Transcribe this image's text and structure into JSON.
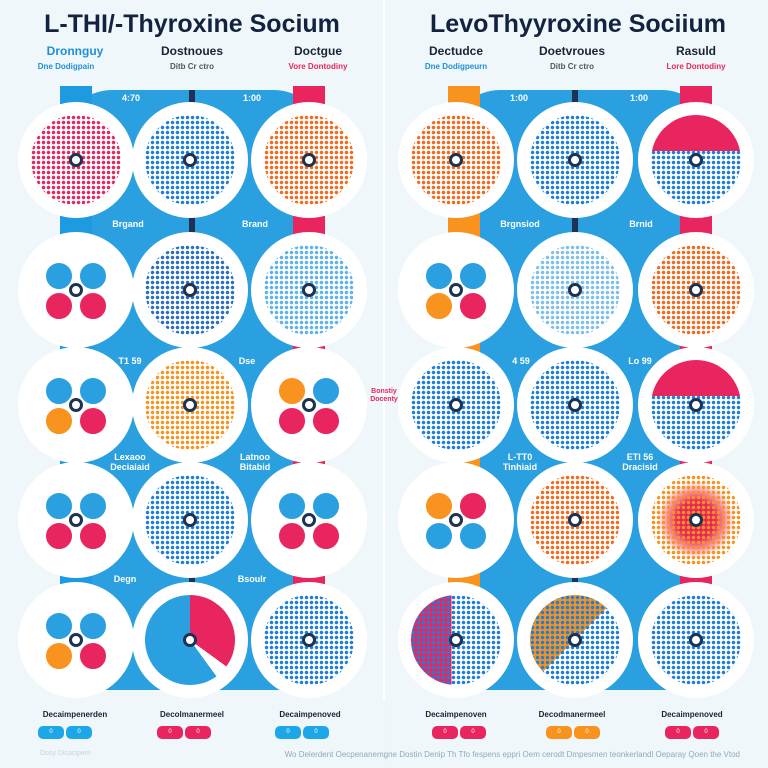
{
  "colors": {
    "blue": "#2aa0e0",
    "pink": "#e8255e",
    "orange": "#f7931e",
    "navy": "#1c3354",
    "lightblue": "#5fb2ea",
    "dark": "#13233f"
  },
  "left": {
    "title": "L-THI/-Thyroxine Socium",
    "headers": [
      "Dronnguy",
      "Dostnoues",
      "Doctgue"
    ],
    "subs": [
      "Dne Dodigpain",
      "Ditb Cr ctro",
      "Vore Dontodiny"
    ],
    "mid_labels": [
      "4:70",
      "1:00",
      "Brgand",
      "Brand",
      "T1 59",
      "Dse",
      "Lexaoo Deciaiaid",
      "Latnoo Bitabid",
      "Degn",
      "Bsoulr"
    ],
    "bottom_labels": [
      "Decaimpenerden",
      "Decolmanermeel",
      "Decaimpenoved"
    ],
    "buttons": [
      [
        "0",
        "0"
      ],
      [
        "0",
        "0"
      ],
      [
        "0",
        "0"
      ]
    ],
    "footer": "Dosy Dicacipent",
    "circles": [
      [
        "pink-dots",
        "blue-dots",
        "orange-dots"
      ],
      [
        "blue-pink-pills",
        "navy-pills",
        "blue-pills"
      ],
      [
        "mixed-pills",
        "orange-pills",
        "orange-pink-pills"
      ],
      [
        "blue-pink-pills",
        "blue-dots",
        "blue-pink-pills"
      ],
      [
        "mixed-pills",
        "pie",
        "blue-dots"
      ]
    ]
  },
  "right": {
    "title": "LevoThyyroxine Sociium",
    "headers": [
      "Dectudce",
      "Doetvroues",
      "Rasuld"
    ],
    "subs": [
      "Dne Dodigpeurn",
      "Ditb Cr ctro",
      "Lore Dontodiny"
    ],
    "mid_labels": [
      "1:00",
      "1:00",
      "Brgnsiod",
      "Brnid",
      "4 59",
      "Lo 99",
      "L-TT0 Tinhiaid",
      "ETI 56 Dracisid"
    ],
    "bottom_labels": [
      "Decaimpenoven",
      "Decodmanermeel",
      "Decaimpenoved"
    ],
    "buttons": [
      [
        "0",
        "0"
      ],
      [
        "0",
        "0"
      ],
      [
        "0",
        "0"
      ]
    ],
    "footer": "Wo Delerdent Oecpenanemgne Dostin Denip Th Tfo fespens eppri Oem cerodt Dmpesmen teonkerlandl Oeparay Qoen the Vtod",
    "circles": [
      [
        "orange-dots",
        "blue-dots",
        "blue-pink-dots"
      ],
      [
        "mixed-pills",
        "blue-balls",
        "orange-dots"
      ],
      [
        "blue-dots",
        "blue-dots",
        "blue-pink-dots"
      ],
      [
        "orange-blue-pills",
        "orange-dots",
        "orange-red-dots"
      ],
      [
        "pink-blue-dots",
        "orange-blue-dots",
        "blue-dots"
      ]
    ]
  },
  "center_note": "Bonstiy Docenty"
}
